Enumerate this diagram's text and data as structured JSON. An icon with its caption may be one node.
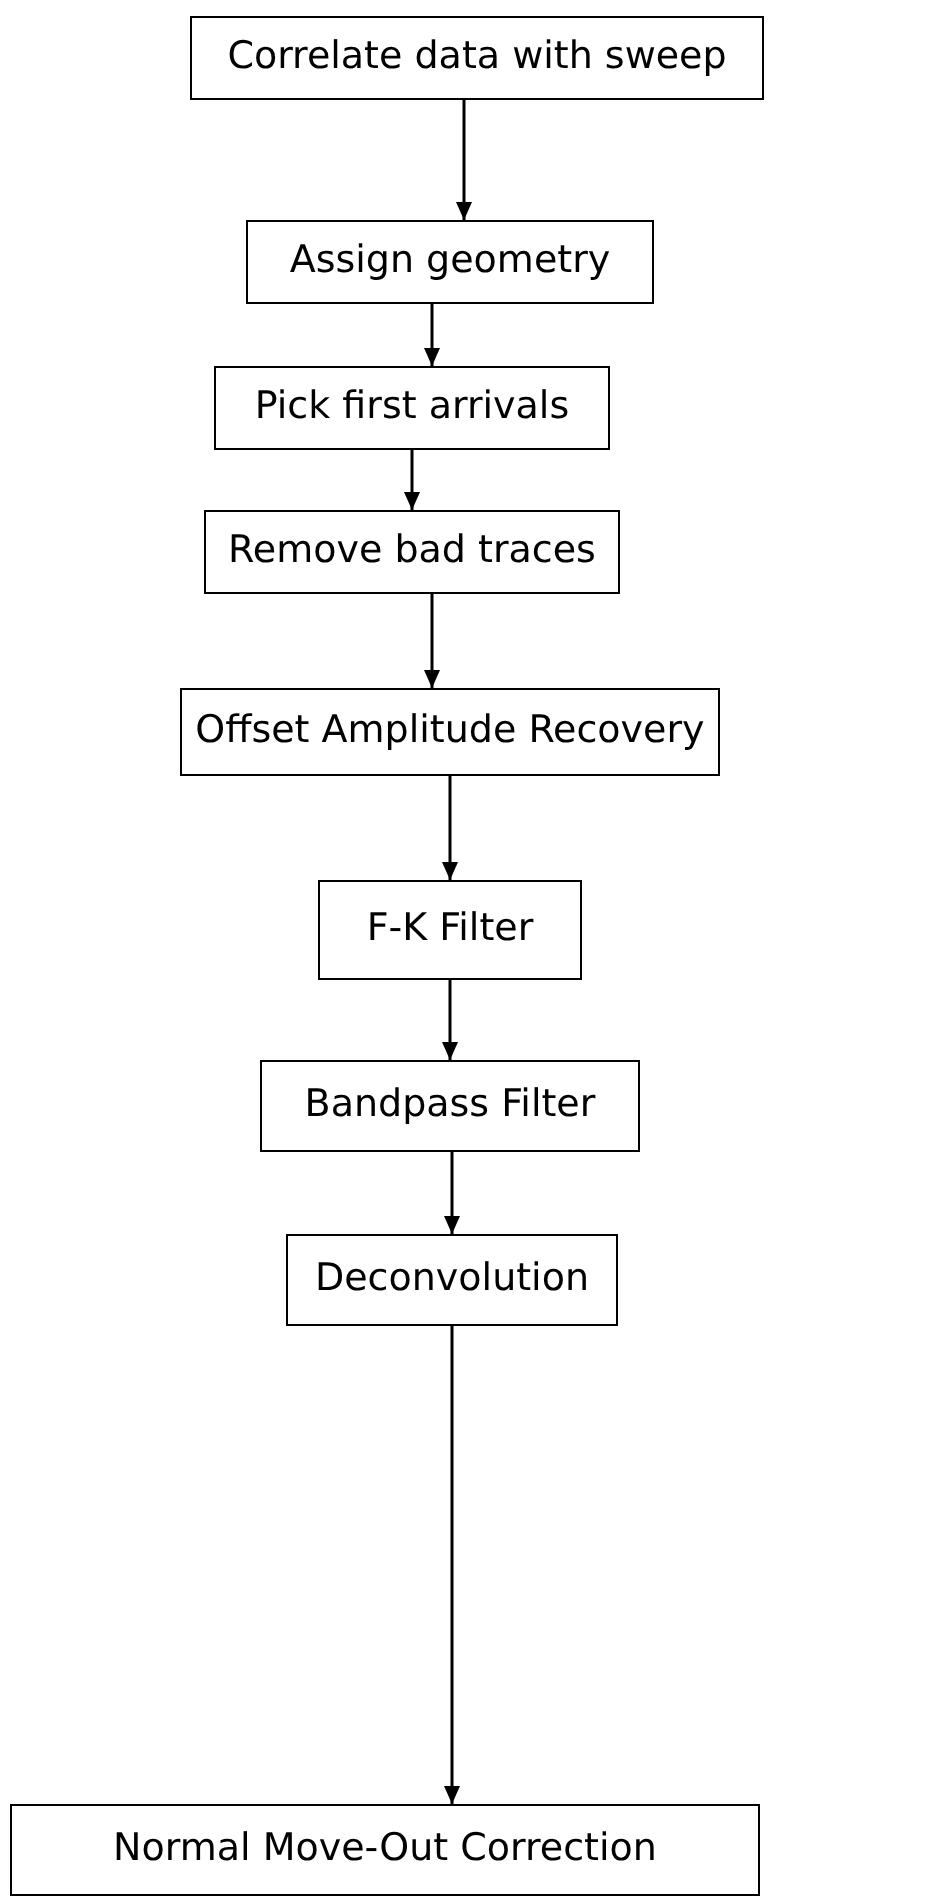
{
  "diagram": {
    "nodes": [
      {
        "text": [
          "Correlate data with sweep"
        ]
      },
      {
        "text": [
          "Assign geometry"
        ]
      },
      {
        "text": [
          "Pick first arrivals"
        ]
      },
      {
        "text": [
          "Remove bad traces"
        ]
      },
      {
        "text": [
          "Offset Amplitude Recovery"
        ]
      },
      {
        "text": [
          "F-K Filter"
        ]
      },
      {
        "text": [
          "Bandpass Filter"
        ]
      },
      {
        "text": [
          "Deconvolution"
        ]
      },
      {
        "text": [
          "Normal Move-Out Correction"
        ]
      }
    ],
    "edges": [
      {
        "from": 0,
        "to": 1,
        "arrow": "to"
      },
      {
        "from": 1,
        "to": 2,
        "arrow": "to"
      },
      {
        "from": 2,
        "to": 3,
        "arrow": "to"
      },
      {
        "from": 3,
        "to": 4,
        "arrow": "to"
      },
      {
        "from": 4,
        "to": 5,
        "arrow": "to"
      },
      {
        "from": 5,
        "to": 6,
        "arrow": "to"
      },
      {
        "from": 6,
        "to": 7,
        "arrow": "to"
      },
      {
        "from": 7,
        "to": 8,
        "arrow": "to"
      }
    ]
  }
}
